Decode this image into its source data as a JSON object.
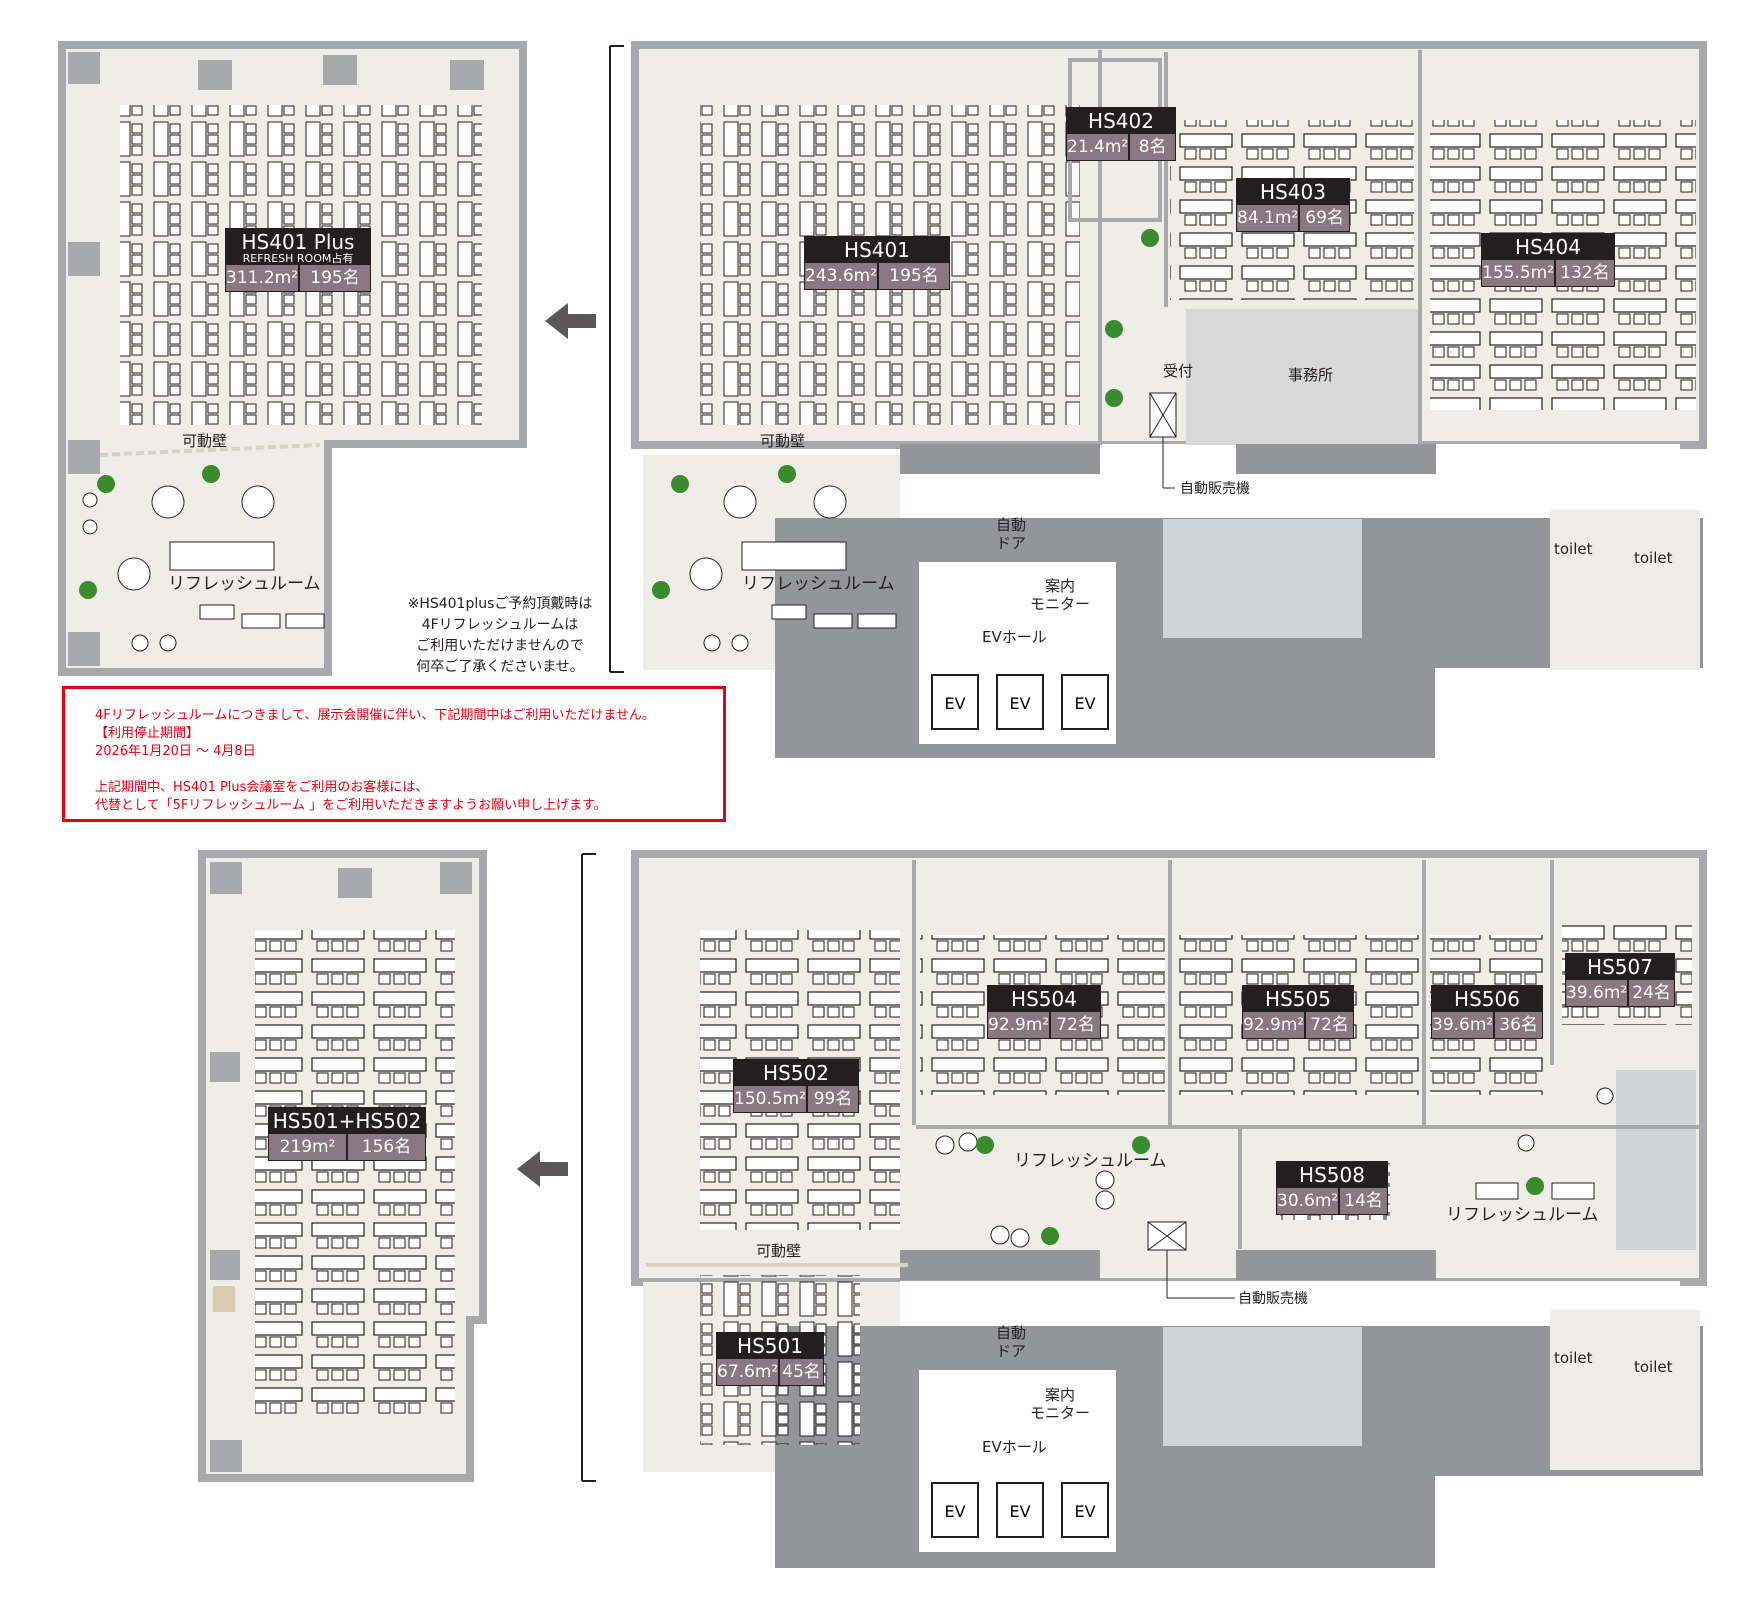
{
  "floor4_plus": {
    "room": {
      "name": "HS401 Plus",
      "sub": "REFRESH ROOM占有",
      "area": "311.2m²",
      "capacity": "195名"
    },
    "movable_wall": "可動壁",
    "refresh_room": "リフレッシュルーム",
    "note": [
      "※HS401plusご予約頂戴時は",
      "4Fリフレッシュルームは",
      "ご利用いただけませんので",
      "何卒ご了承くださいませ。"
    ]
  },
  "floor4": {
    "rooms": [
      {
        "name": "HS401",
        "area": "243.6m²",
        "capacity": "195名"
      },
      {
        "name": "HS402",
        "area": "21.4m²",
        "capacity": "8名"
      },
      {
        "name": "HS403",
        "area": "84.1m²",
        "capacity": "69名"
      },
      {
        "name": "HS404",
        "area": "155.5m²",
        "capacity": "132名"
      }
    ],
    "movable_wall": "可動壁",
    "refresh_room": "リフレッシュルーム",
    "reception": "受付",
    "office": "事務所",
    "vending": "自動販売機",
    "auto_door": [
      "自動",
      "ドア"
    ],
    "monitor": [
      "案内",
      "モニター"
    ],
    "ev_hall": "EVホール",
    "ev": [
      "EV",
      "EV",
      "EV"
    ],
    "toilet": [
      "toilet",
      "toilet"
    ]
  },
  "notice": {
    "lines": [
      "4Fリフレッシュルームにつきまして、展示会開催に伴い、下記期間中はご利用いただけません。",
      "【利用停止期間】",
      "2026年1月20日 ～ 4月8日",
      "",
      "上記期間中、HS401 Plus会議室をご利用のお客様には、",
      "代替として「5Fリフレッシュルーム 」をご利用いただきますようお願い申し上げます。"
    ],
    "color": "#e60012"
  },
  "floor5_combined": {
    "room": {
      "name": "HS501+HS502",
      "area": "219m²",
      "capacity": "156名"
    }
  },
  "floor5": {
    "rooms": [
      {
        "name": "HS501",
        "area": "67.6m²",
        "capacity": "45名"
      },
      {
        "name": "HS502",
        "area": "150.5m²",
        "capacity": "99名"
      },
      {
        "name": "HS504",
        "area": "92.9m²",
        "capacity": "72名"
      },
      {
        "name": "HS505",
        "area": "92.9m²",
        "capacity": "72名"
      },
      {
        "name": "HS506",
        "area": "39.6m²",
        "capacity": "36名"
      },
      {
        "name": "HS507",
        "area": "39.6m²",
        "capacity": "24名"
      },
      {
        "name": "HS508",
        "area": "30.6m²",
        "capacity": "14名"
      }
    ],
    "movable_wall": "可動壁",
    "refresh_room": [
      "リフレッシュルーム",
      "リフレッシュルーム"
    ],
    "vending": "自動販売機",
    "auto_door": [
      "自動",
      "ドア"
    ],
    "monitor": [
      "案内",
      "モニター"
    ],
    "ev_hall": "EVホール",
    "ev": [
      "EV",
      "EV",
      "EV"
    ],
    "toilet": [
      "toilet",
      "toilet"
    ]
  },
  "colors": {
    "label_bg": "#231f20",
    "label_sub": "#8a7880",
    "floor": "#efede8",
    "core": "#939598"
  }
}
